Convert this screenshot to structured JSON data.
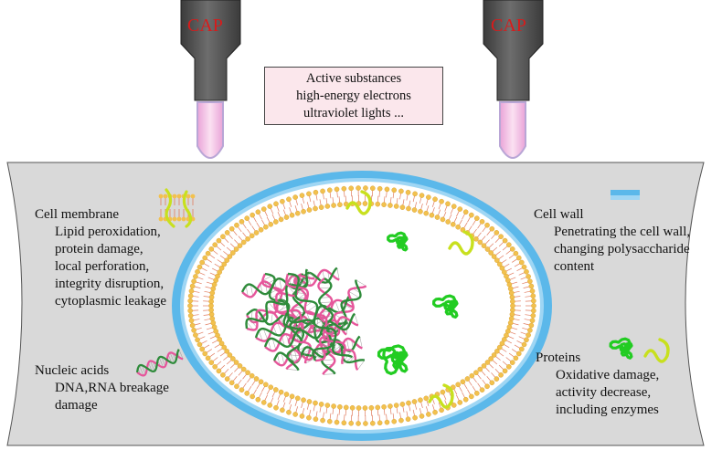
{
  "devices": [
    {
      "label": "CAP"
    },
    {
      "label": "CAP"
    }
  ],
  "emission_box": {
    "lines": [
      "Active substances",
      "high-energy electrons",
      "ultraviolet lights ..."
    ]
  },
  "annotations": {
    "cell_membrane": {
      "title": "Cell membrane",
      "lines": [
        "Lipid peroxidation,",
        "protein damage,",
        "local perforation,",
        "integrity disruption,",
        "cytoplasmic leakage"
      ]
    },
    "nucleic_acids": {
      "title": "Nucleic acids",
      "lines": [
        "DNA,RNA breakage",
        "damage"
      ]
    },
    "cell_wall": {
      "title": "Cell wall",
      "lines": [
        "Penetrating the cell wall,",
        "changing polysaccharide",
        "content"
      ]
    },
    "proteins": {
      "title": "Proteins",
      "lines": [
        "Oxidative damage,",
        "activity decrease,",
        "including enzymes"
      ]
    }
  },
  "colors": {
    "background_band": "#d9d9d9",
    "cell_wall": "#5bb8ea",
    "lipid_head": "#f2c14e",
    "lipid_tail": "#e07b5f",
    "protein_green": "#22cc22",
    "protein_yellow": "#c8e01e",
    "dna_pink": "#e6569b",
    "dna_green": "#2e8b3a",
    "cap_text": "#d81b1b",
    "plasma": "#f3b8e0"
  }
}
